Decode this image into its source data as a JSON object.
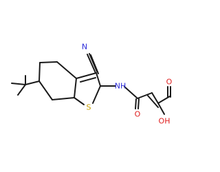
{
  "structure": {
    "atom_labels": {
      "nitrile_n": "N",
      "amide_nh": "NH",
      "thiophene_s": "S",
      "amide_o": "O",
      "acid_o": "O",
      "acid_oh": "OH"
    },
    "colors": {
      "bond": "#1a1a1a",
      "nitrogen": "#2b2bd9",
      "oxygen": "#e02020",
      "sulfur": "#c8a000"
    }
  }
}
